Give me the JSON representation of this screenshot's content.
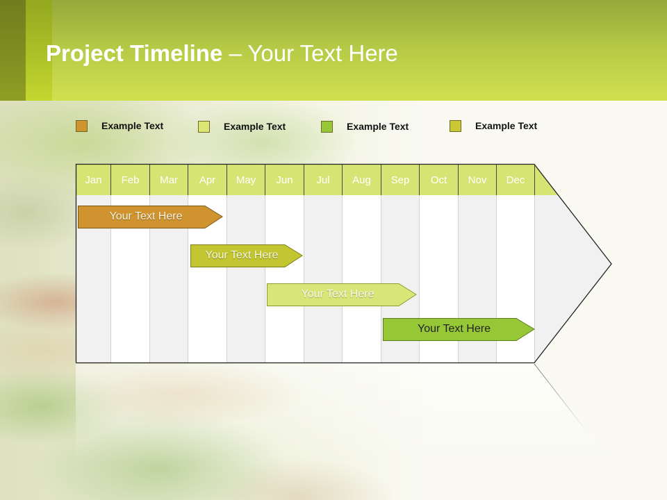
{
  "header": {
    "title_bold": "Project Timeline",
    "title_rest": " – Your Text Here",
    "colors": {
      "top": "#95a83a",
      "bottom": "#d0e04f",
      "bar_dark": "#7b8a1f",
      "bar_light": "#b3c72a"
    }
  },
  "legend": [
    {
      "label": "Example Text",
      "color": "#cf9430"
    },
    {
      "label": "Example Text",
      "color": "#dbe774"
    },
    {
      "label": "Example Text",
      "color": "#96c736"
    },
    {
      "label": "Example Text",
      "color": "#c9c935"
    }
  ],
  "timeline": {
    "months": [
      "Jan",
      "Feb",
      "Mar",
      "Apr",
      "May",
      "Jun",
      "Jul",
      "Aug",
      "Sep",
      "Oct",
      "Nov",
      "Dec"
    ],
    "header_color": "#d6e474",
    "tasks": [
      {
        "label": "Your  Text Here",
        "start": "Jan",
        "end": "Apr",
        "color": "#cf9430",
        "text_color": "#f5f0e0"
      },
      {
        "label": "Your  Text Here",
        "start": "Apr",
        "end": "Jun",
        "color": "#c3c630",
        "text_color": "#f5f5e0"
      },
      {
        "label": "Your  Text Here",
        "start": "Jun",
        "end": "Sep",
        "color": "#d8e577",
        "text_color": "#f8f8ee"
      },
      {
        "label": "Your  Text Here",
        "start": "Sep",
        "end": "Dec",
        "color": "#96c736",
        "text_color": "#222222"
      }
    ]
  }
}
